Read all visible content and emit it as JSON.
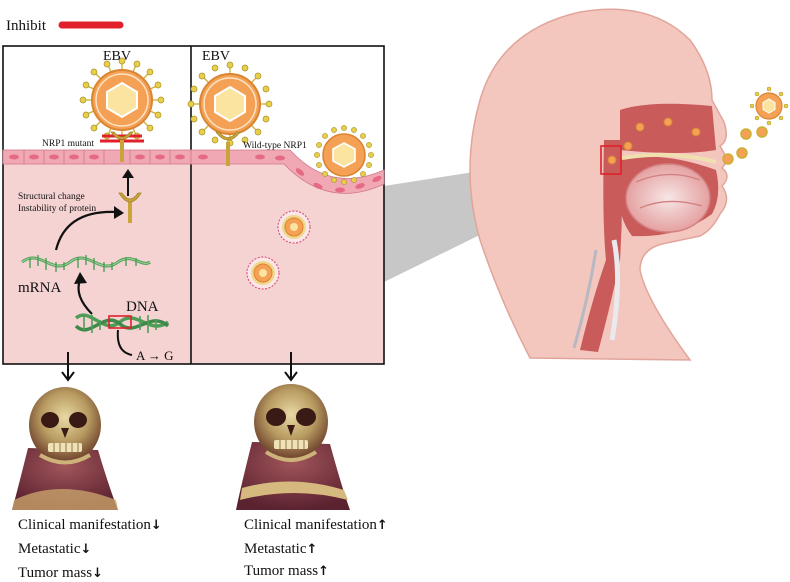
{
  "legend": {
    "inhibit_label": "Inhibit",
    "inhibit_color": "#e0202a"
  },
  "left_panel": {
    "virus_label": "EBV",
    "receptor_label": "NRP1 mutant",
    "change_label_1": "Structural change",
    "change_label_2": "Instability of protein",
    "mrna_label": "mRNA",
    "dna_label": "DNA",
    "mutation_label": "A → G"
  },
  "right_panel": {
    "virus_label": "EBV",
    "receptor_label": "Wild-type NRP1"
  },
  "outcomes_left": [
    {
      "text": "Clinical manifestation",
      "arrow": "↓"
    },
    {
      "text": "Metastatic",
      "arrow": "↓"
    },
    {
      "text": "Tumor mass",
      "arrow": "↓"
    }
  ],
  "outcomes_right": [
    {
      "text": "Clinical manifestation",
      "arrow": "↑"
    },
    {
      "text": "Metastatic",
      "arrow": "↑"
    },
    {
      "text": "Tumor mass",
      "arrow": "↑"
    }
  ],
  "colors": {
    "panel_bg": "#f5d3d3",
    "epithelium": "#f0a8b4",
    "virus_orange": "#f4a156",
    "virus_spike": "#c9b034",
    "receptor": "#c8a43a",
    "dna_green": "#4f9e58",
    "skin": "#f3c6be",
    "tissue": "#c95b5b"
  },
  "icons": [
    "ebv-virus-icon",
    "nrp1-receptor-icon",
    "dna-helix-icon",
    "mrna-strand-icon",
    "ct-skull-icon",
    "head-sagittal-icon"
  ]
}
